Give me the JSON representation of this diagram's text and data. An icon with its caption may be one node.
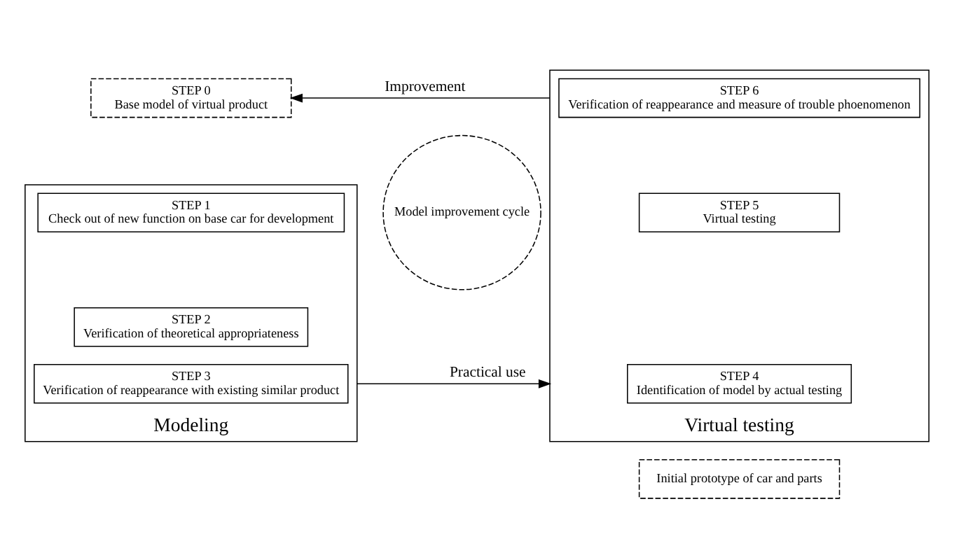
{
  "diagram": {
    "nodes": [
      {
        "text": [
          "STEP 0",
          "Base model of virtual product"
        ]
      },
      {
        "text": [
          "Modeling"
        ]
      },
      {
        "text": [
          "STEP 1",
          "Check out of new function on base car for development"
        ],
        "in": 1
      },
      {
        "text": [
          "STEP 2",
          "Verification of theoretical appropriateness"
        ],
        "in": 1
      },
      {
        "text": [
          "STEP 3",
          "Verification of reappearance with existing similar product"
        ],
        "in": 1
      },
      {
        "text": [
          "Model improvement cycle"
        ]
      },
      {
        "text": [
          "Virtual testing"
        ]
      },
      {
        "text": [
          "STEP 6",
          "Verification of reappearance and measure of trouble phoenomenon"
        ],
        "in": 6
      },
      {
        "text": [
          "STEP 5",
          "Virtual testing"
        ],
        "in": 6
      },
      {
        "text": [
          "STEP 4",
          "Identification of model by actual testing"
        ],
        "in": 6
      },
      {
        "text": [
          "Initial prototype of car and parts"
        ]
      }
    ],
    "edges": [
      {
        "from": 6,
        "to": 0,
        "arrow": "to",
        "label": "Improvement"
      },
      {
        "from": 1,
        "to": 6,
        "arrow": "to",
        "label": "Practical use"
      }
    ]
  }
}
